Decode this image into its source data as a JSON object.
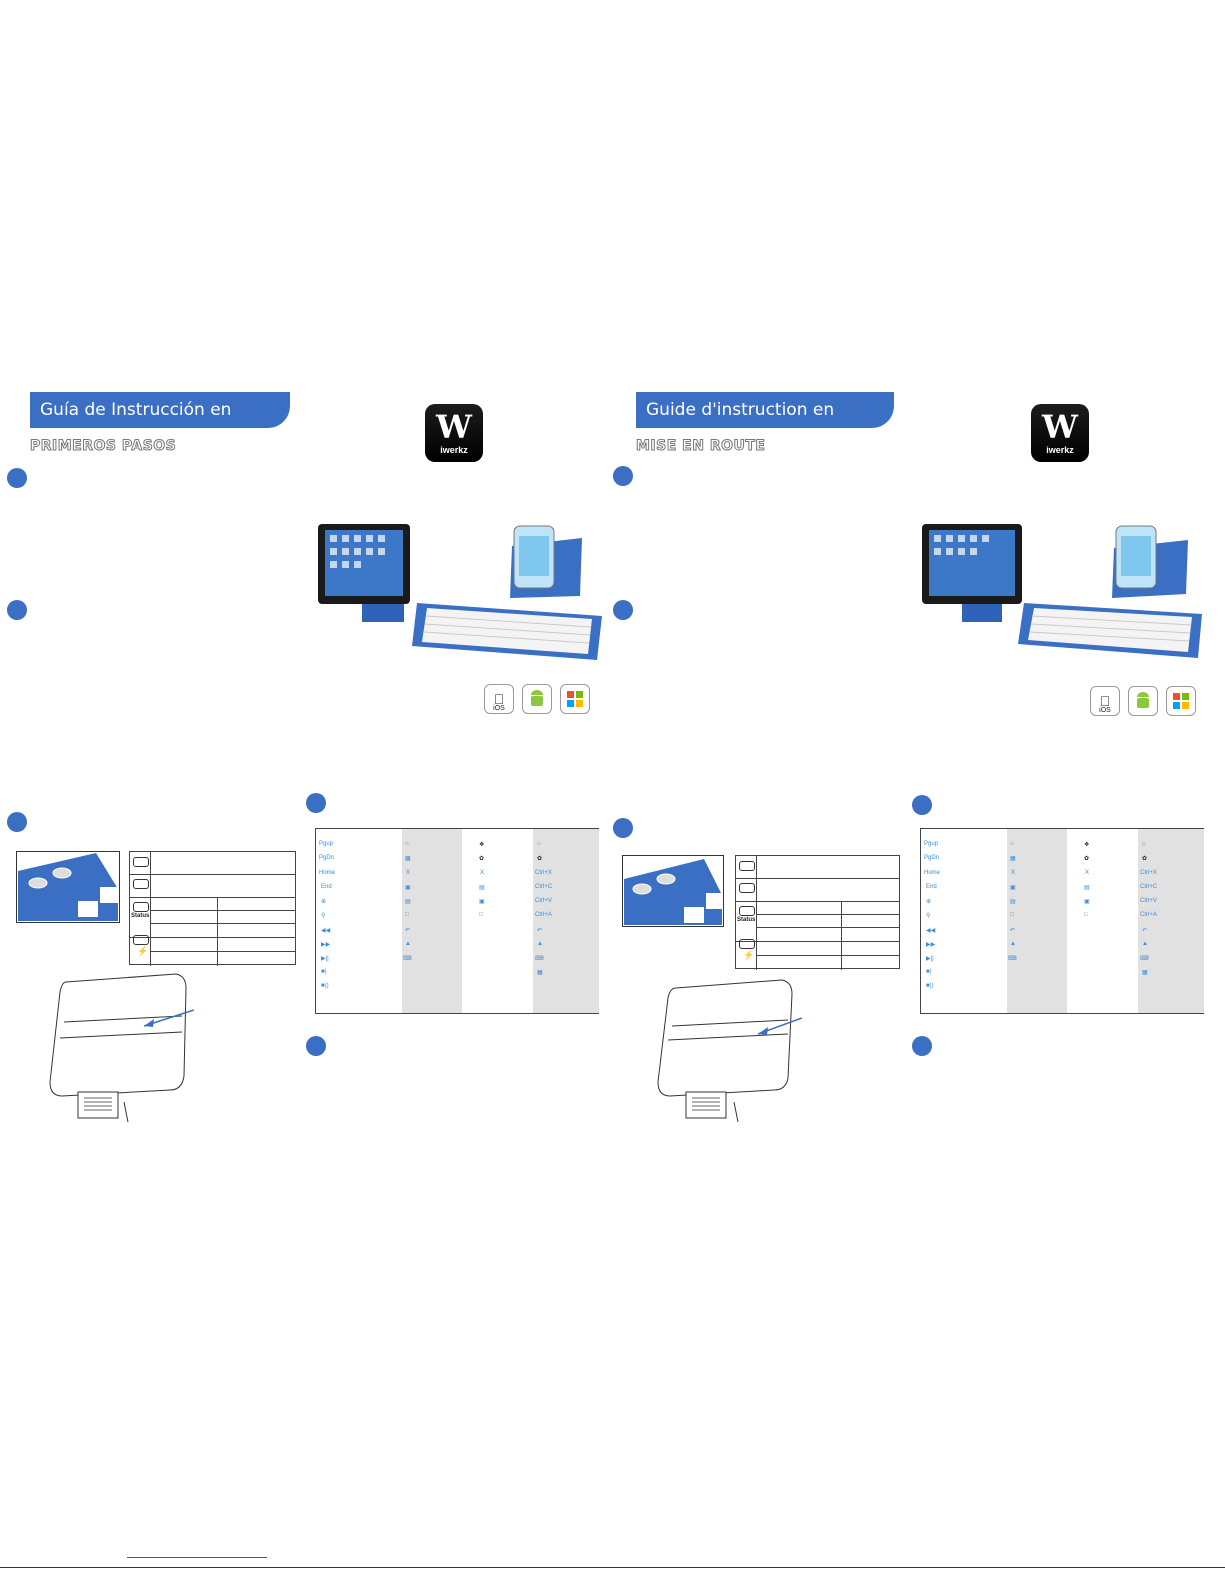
{
  "left": {
    "banner": "Guía de Instrucción en",
    "subtitle": "PRIMEROS PASOS",
    "logo_text": "iwerkz",
    "os_labels": [
      "iOS",
      "",
      ""
    ],
    "status_label": "Status",
    "shortcuts_col1": [
      "Pgup",
      "PgDn",
      "Home",
      "End"
    ],
    "shortcuts_col4": [
      "Ctrl+X",
      "Ctrl+C",
      "Ctrl+V",
      "Ctrl+A"
    ]
  },
  "right": {
    "banner": "Guide d'instruction en",
    "subtitle": "MISE EN ROUTE",
    "logo_text": "iwerkz",
    "os_labels": [
      "iOS",
      "",
      ""
    ],
    "status_label": "Status",
    "shortcuts_col1": [
      "Pgup",
      "PgDn",
      "Home",
      "End"
    ],
    "shortcuts_col4": [
      "Ctrl+X",
      "Ctrl+C",
      "Ctrl+V",
      "Ctrl+A"
    ]
  },
  "icons": {
    "apple": "apple-icon",
    "android": "android-icon",
    "windows": "windows-icon",
    "bolt": "bolt-icon"
  }
}
